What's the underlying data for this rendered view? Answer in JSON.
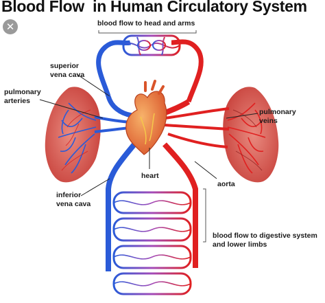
{
  "title": "Blood Flow  in Human Circulatory System",
  "close_icon": "close-icon",
  "labels": {
    "head_arms": "blood flow to head and arms",
    "superior_vena_cava": [
      "superior",
      "vena cava"
    ],
    "pulmonary_arteries": [
      "pulmonary",
      "arteries"
    ],
    "pulmonary_veins": [
      "pulmonary",
      "veins"
    ],
    "heart": "heart",
    "aorta": "aorta",
    "inferior_vena_cava": [
      "inferior",
      "vena cava"
    ],
    "digestive": [
      "blood flow to digestive system",
      "and lower limbs"
    ]
  },
  "colors": {
    "oxygenated": "#e02020",
    "deoxygenated": "#2a5bd8",
    "lung": "#d9534f",
    "heart": "#e8763a"
  }
}
